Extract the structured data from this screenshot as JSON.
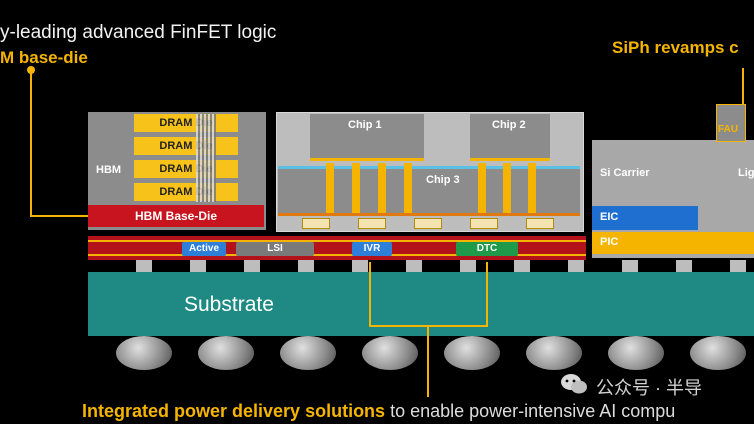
{
  "header": {
    "left_line1": "y-leading advanced FinFET logic",
    "left_line2": "M base-die",
    "right_line": "SiPh revamps c"
  },
  "hbm": {
    "label": "HBM",
    "dies": [
      "DRAM Die",
      "DRAM Die",
      "DRAM Die",
      "DRAM Die"
    ],
    "base_die": "HBM Base-Die"
  },
  "chips": {
    "chip1": "Chip 1",
    "chip2": "Chip 2",
    "chip3": "Chip 3"
  },
  "siph": {
    "fau": "FAU",
    "si_carrier": "Si Carrier",
    "lig": "Lig",
    "eic": "EIC",
    "pic": "PIC"
  },
  "interposer_tags": {
    "active": "Active",
    "lsi": "LSI",
    "ivr": "IVR",
    "dtc": "DTC"
  },
  "substrate": {
    "label": "Substrate"
  },
  "footer": {
    "highlight": "Integrated power delivery solutions",
    "rest": " to enable power-intensive AI compu"
  },
  "watermark": {
    "text": "公众号 · 半导"
  },
  "colors": {
    "gold": "#f5b400",
    "substrate": "#1f8a83",
    "hbm_base": "#c8141e",
    "eic": "#1f6fd1",
    "tag_blue": "#2d7fd8",
    "tag_green": "#1e9a4a"
  }
}
